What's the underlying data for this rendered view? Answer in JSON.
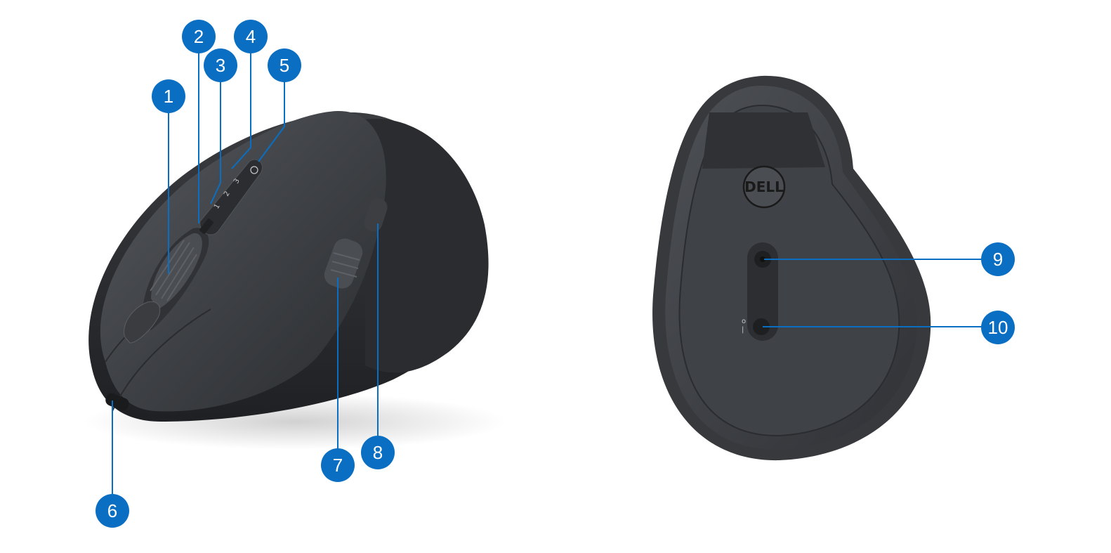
{
  "brand_logo_text": "DELL",
  "callout_color": "#0a6fc2",
  "callouts": [
    "1",
    "2",
    "3",
    "4",
    "5",
    "6",
    "7",
    "8",
    "9",
    "10"
  ],
  "button_icons": [
    "1",
    "2",
    "3"
  ]
}
